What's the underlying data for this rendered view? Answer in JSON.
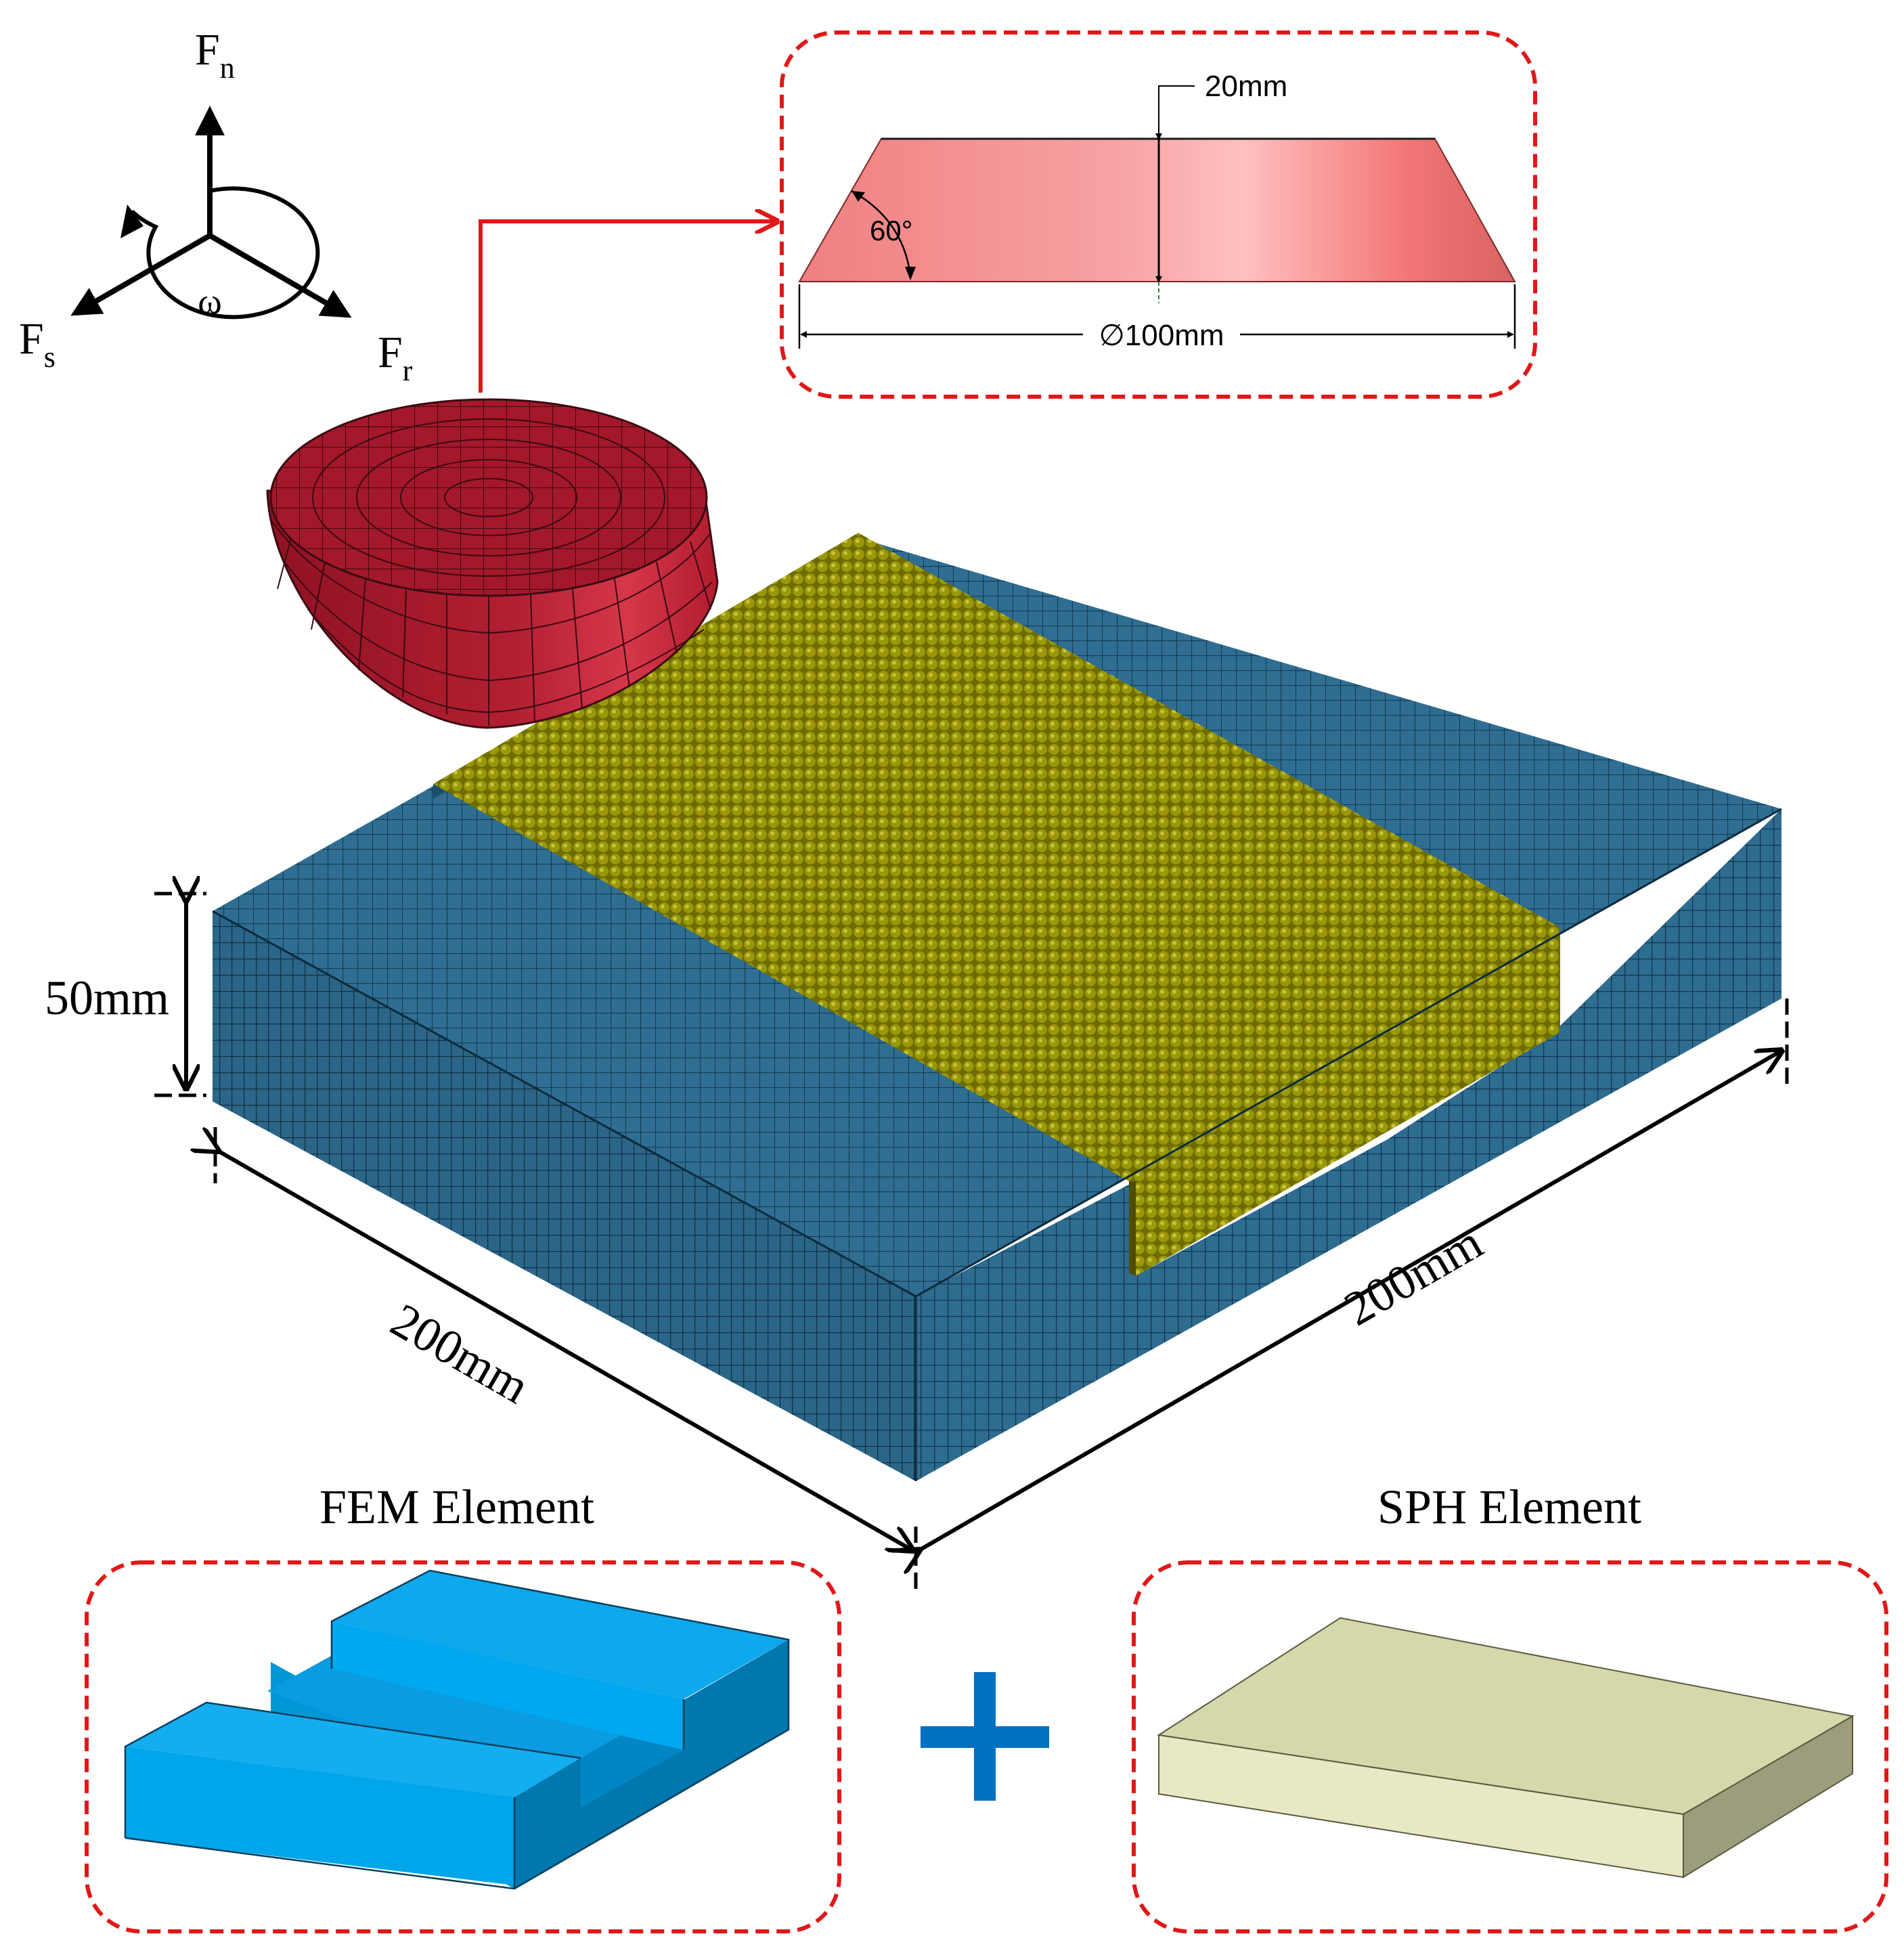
{
  "force_axes": {
    "normal_symbol": "F",
    "normal_sub": "n",
    "shear_symbol": "F",
    "shear_sub": "s",
    "radial_symbol": "F",
    "radial_sub": "r",
    "rotation_symbol": "ω"
  },
  "tool_dimensions": {
    "height": "20mm",
    "angle": "60°",
    "diameter_symbol": "∅",
    "diameter": "100mm"
  },
  "workpiece_dimensions": {
    "thickness": "50mm",
    "width": "200mm",
    "length": "200mm"
  },
  "legend": {
    "fem_title": "FEM Element",
    "sph_title": "SPH Element",
    "plus": "+"
  },
  "colors": {
    "tool_mesh": "#a3182a",
    "tool_profile": "#f48a8a",
    "fem_mesh": "#2f6e92",
    "sph_particles": "#8c8a05",
    "fem_solid": "#00a3e8",
    "sph_solid": "#e6e5bd",
    "callout_border": "#e01818",
    "plus_sign": "#0070c0"
  }
}
